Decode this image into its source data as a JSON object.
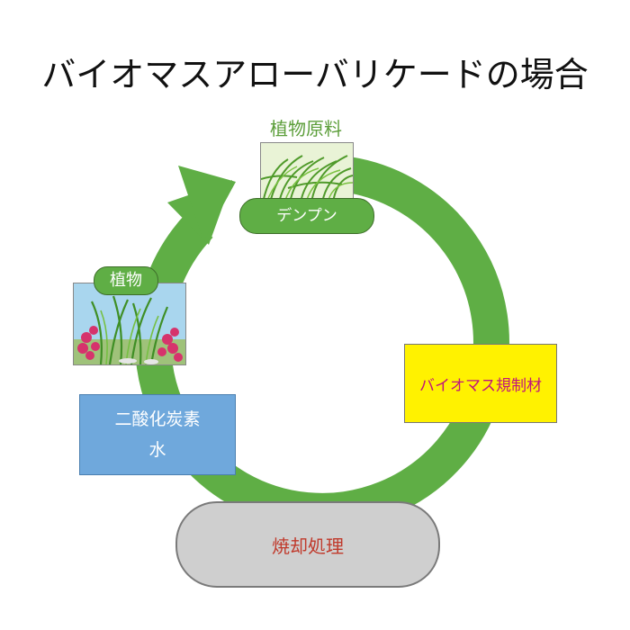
{
  "title": "バイオマスアローバリケードの場合",
  "diagram": {
    "raw_material_label": "植物原料",
    "starch_label": "デンプン",
    "plant_label": "植物",
    "co2_water_line1": "二酸化炭素",
    "co2_water_line2": "水",
    "biomass_material_label": "バイオマス規制材",
    "incineration_label": "焼却処理"
  },
  "colors": {
    "cycle_green": "#5fae45",
    "co2_box": "#6fa8dc",
    "material_box": "#fff200",
    "material_text": "#c0147d",
    "incineration_text": "#c0392b"
  }
}
